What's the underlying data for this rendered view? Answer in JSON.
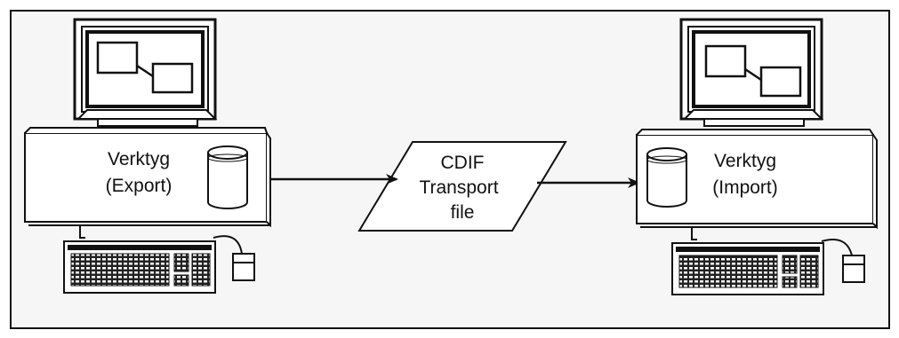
{
  "export_station": {
    "line1": "Verktyg",
    "line2": "(Export)"
  },
  "transport": {
    "line1": "CDIF",
    "line2": "Transport",
    "line3": "file"
  },
  "import_station": {
    "line1": "Verktyg",
    "line2": "(Import)"
  },
  "colors": {
    "ink": "#111111",
    "paper": "#ffffff",
    "background_tint": "#f4f4f4"
  }
}
